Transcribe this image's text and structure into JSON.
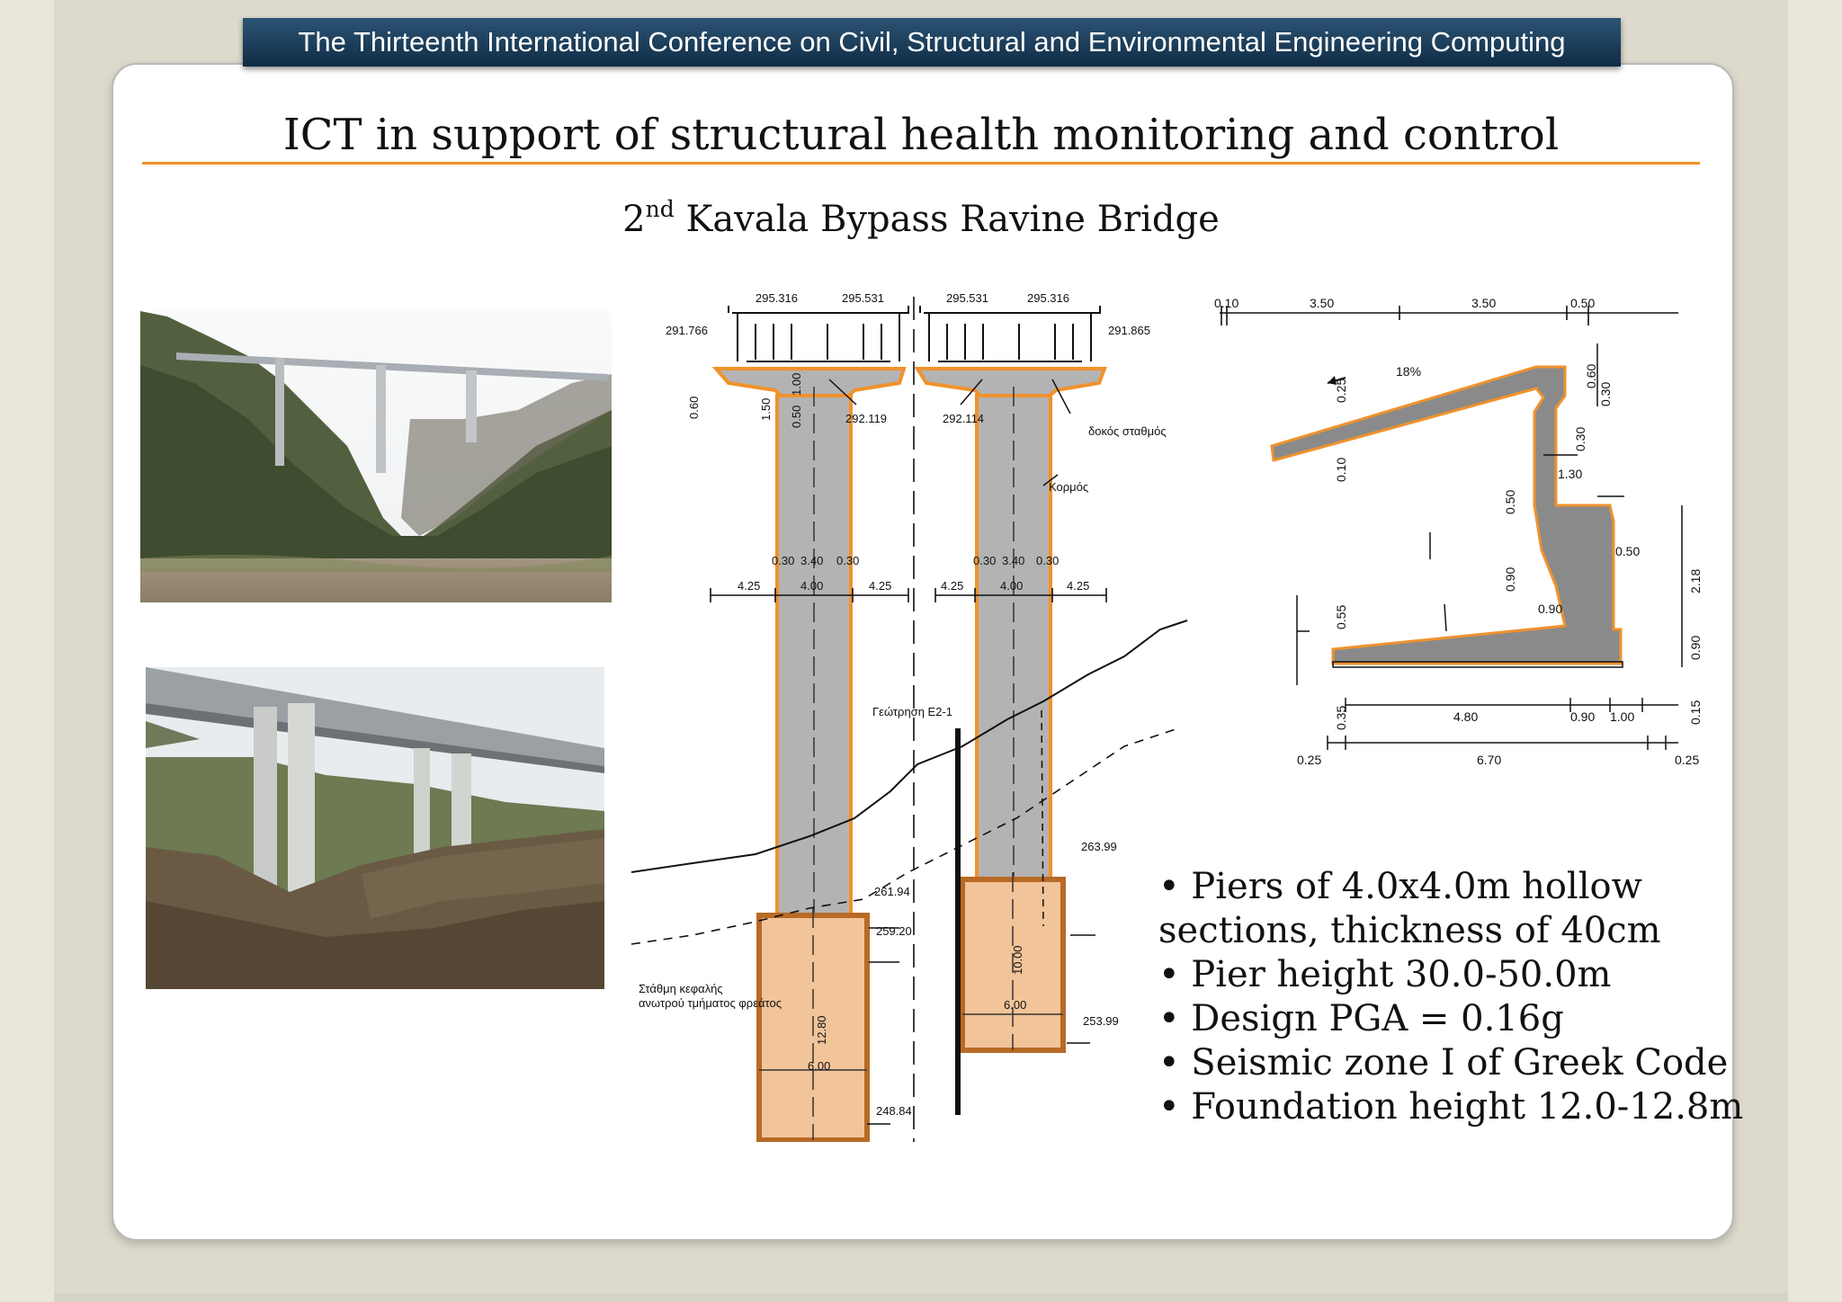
{
  "header": {
    "banner": "The Thirteenth International Conference on Civil, Structural and Environmental Engineering Computing"
  },
  "slide": {
    "title": "ICT in support of structural health monitoring and control",
    "subtitle_ordinal": "2",
    "subtitle_suffix": "nd",
    "subtitle_text": "Kavala Bypass Ravine Bridge"
  },
  "drawing": {
    "levels": [
      "295.316",
      "295.531",
      "295.531",
      "295.316",
      "291.766",
      "291.865",
      "292.119",
      "292.114",
      "261.94",
      "263.99",
      "259.20",
      "253.99",
      "248.84"
    ],
    "dims": [
      "0.60",
      "1.50",
      "0.50",
      "1.00",
      "0.30",
      "3.40",
      "0.30",
      "4.25",
      "4.00",
      "4.25",
      "0.30",
      "3.40",
      "0.30",
      "4.25",
      "4.00",
      "4.25",
      "12.80",
      "6.00",
      "10.00",
      "6.00"
    ],
    "labels": [
      "δοκός σταθμός",
      "Κορμός",
      "Γεώτρηση Ε2-1",
      "Στάθμη κεφαλής",
      "ανωτρού τμήματος φρεάτος"
    ]
  },
  "section": {
    "top_dims": [
      "0.10",
      "3.50",
      "3.50",
      "0.50"
    ],
    "slope": "18%",
    "vert_dims": [
      "0.25",
      "0.10",
      "0.60",
      "0.30",
      "0.30",
      "0.50",
      "0.90",
      "0.55",
      "0.35",
      "2.18",
      "0.90",
      "0.15"
    ],
    "horiz_dims": [
      "1.30",
      "0.50",
      "0.90",
      "4.80",
      "0.90",
      "1.00",
      "0.25",
      "6.70",
      "0.25"
    ]
  },
  "bullets": [
    {
      "line1": "• Piers of 4.0x4.0m hollow",
      "line2": "sections, thickness of 40cm"
    },
    {
      "line1": "• Pier height 30.0-50.0m"
    },
    {
      "line1": "• Design PGA = 0.16g"
    },
    {
      "line1": "• Seismic zone I of Greek Code"
    },
    {
      "line1": "• Foundation height 12.0-12.8m"
    }
  ],
  "colors": {
    "accent": "#f0922c",
    "banner": "#1a3b58",
    "concrete": "#b3b3b3",
    "foundation": "#f2c49a",
    "foundation_edge": "#b86a26"
  }
}
